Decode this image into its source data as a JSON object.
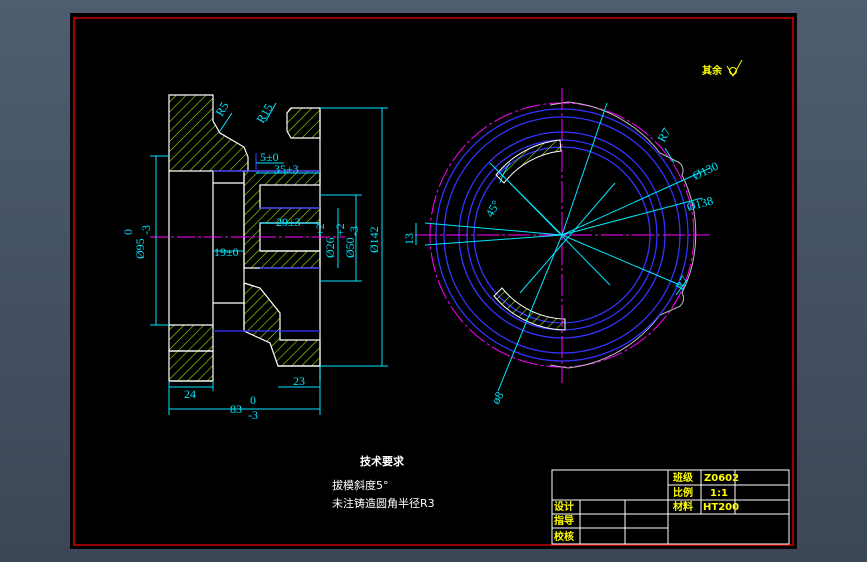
{
  "colors": {
    "background": "#000000",
    "border": "#ff0000",
    "outline": "#ffffff",
    "dimension": "#00e5ff",
    "centerline": "#ff00ff",
    "hatch": "#a6ff00",
    "circle": "#3333ff",
    "label": "#ffff00"
  },
  "roughness_note": "其余",
  "section_view": {
    "dims": {
      "r5": "R5",
      "r15": "R15",
      "d5": "5±0",
      "d35": "35±3",
      "d29": "29±3",
      "d19": "19±0",
      "d95": "Ø95",
      "d95_tol_upper": "0",
      "d95_tol_lower": "-3",
      "d26": "Ø26",
      "d26_tol": "+2",
      "d50": "Ø50",
      "d50_tol_upper": "+2",
      "d50_tol_lower": "-3",
      "d142": "Ø142",
      "d24": "24",
      "d23": "23",
      "d83": "83",
      "d83_tol_upper": "0",
      "d83_tol_lower": "-3"
    }
  },
  "front_view": {
    "dims": {
      "r7_top": "R7",
      "d130": "Ø130",
      "d138": "Ø138",
      "r7_bottom": "R7",
      "angle": "45°",
      "d13": "13",
      "small": "ø8"
    }
  },
  "tech_requirements": {
    "title": "技术要求",
    "line1": "拔模斜度5°",
    "line2": "未注铸造圆角半径R3"
  },
  "title_block": {
    "class_label": "班级",
    "class_value": "Z0602",
    "scale_label": "比例",
    "scale_value": "1:1",
    "material_label": "材料",
    "material_value": "HT200",
    "design_label": "设计",
    "guide_label": "指导",
    "check_label": "校核"
  }
}
